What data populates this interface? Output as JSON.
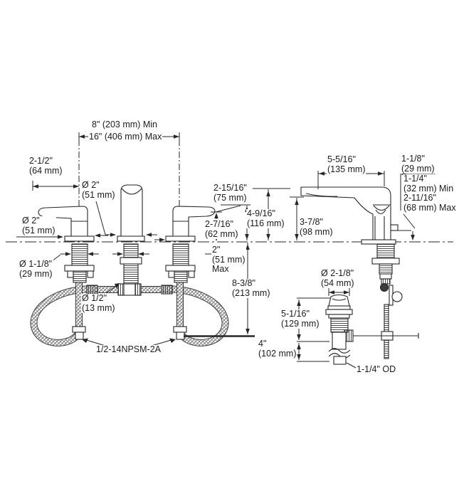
{
  "meta": {
    "title": "Faucet installation dimension diagram",
    "line_color": "#262626",
    "background": "#ffffff"
  },
  "labels": {
    "top_min": "8\" (203 mm) Min",
    "top_max": "16\" (406 mm) Max",
    "span_2_1_2": "2-1/2\"\n(64 mm)",
    "dia2_left": "Ø 2\"\n(51 mm)",
    "dia2_mid": "Ø 2\"\n(51 mm)",
    "dia118": "Ø 1-1/8\"\n(29 mm)",
    "dia12": "Ø 1/2\"\n(13 mm)",
    "npsm": "1/2-14NPSM-2A",
    "h2_15_16": "2-15/16\"\n(75 mm)",
    "h2_7_16": "2-7/16\"\n(62 mm)",
    "max2": "2\"\n(51 mm)\nMax",
    "h8_3_8": "8-3/8\"\n(213 mm)",
    "h4_9_16": "4-9/16\"\n(116 mm)",
    "h3_7_8": "3-7/8\"\n(98 mm)",
    "w5_5_16": "5-5/16\"\n(135 mm)",
    "r1_1_8": "1-1/8\"\n(29 mm)",
    "minmax": "1-1/4\"\n(32 mm) Min\n2-11/16\"\n(68 mm) Max",
    "dia2_1_8": "Ø 2-1/8\"\n(54 mm)",
    "h5_1_16": "5-1/16\"\n(129 mm)",
    "h4in": "4\"\n(102 mm)",
    "od": "1-1/4\" OD"
  }
}
